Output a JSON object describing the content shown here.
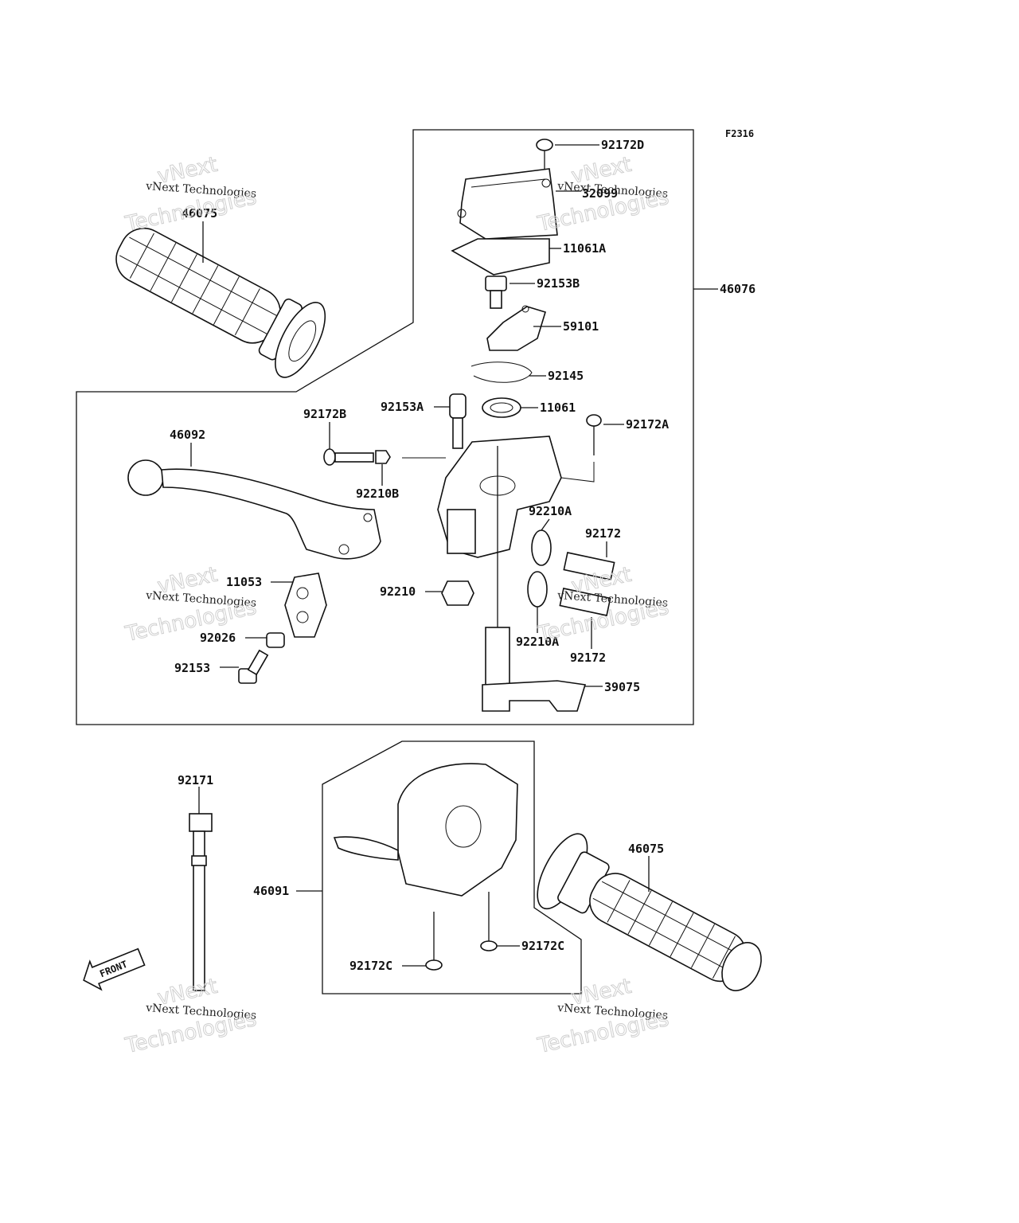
{
  "figure_code": "F2316",
  "watermark": {
    "line1": "vNext Technologies",
    "line2": "vNext",
    "line3": "Technologies"
  },
  "front_marker": "FRONT",
  "parts": {
    "p92172D": "92172D",
    "p32099": "32099",
    "p11061A": "11061A",
    "p46076": "46076",
    "p92153B": "92153B",
    "p59101": "59101",
    "p92145": "92145",
    "p11061": "11061",
    "p92153A": "92153A",
    "p92172B": "92172B",
    "p92172A": "92172A",
    "p46092": "46092",
    "p92210B": "92210B",
    "p92210A_top": "92210A",
    "p92172_top": "92172",
    "p11053": "11053",
    "p92210": "92210",
    "p92026": "92026",
    "p92153": "92153",
    "p92210A_bot": "92210A",
    "p92172_bot": "92172",
    "p39075": "39075",
    "p46075_top": "46075",
    "p92171": "92171",
    "p46091": "46091",
    "p46075_bot": "46075",
    "p92172C_right": "92172C",
    "p92172C_left": "92172C"
  }
}
